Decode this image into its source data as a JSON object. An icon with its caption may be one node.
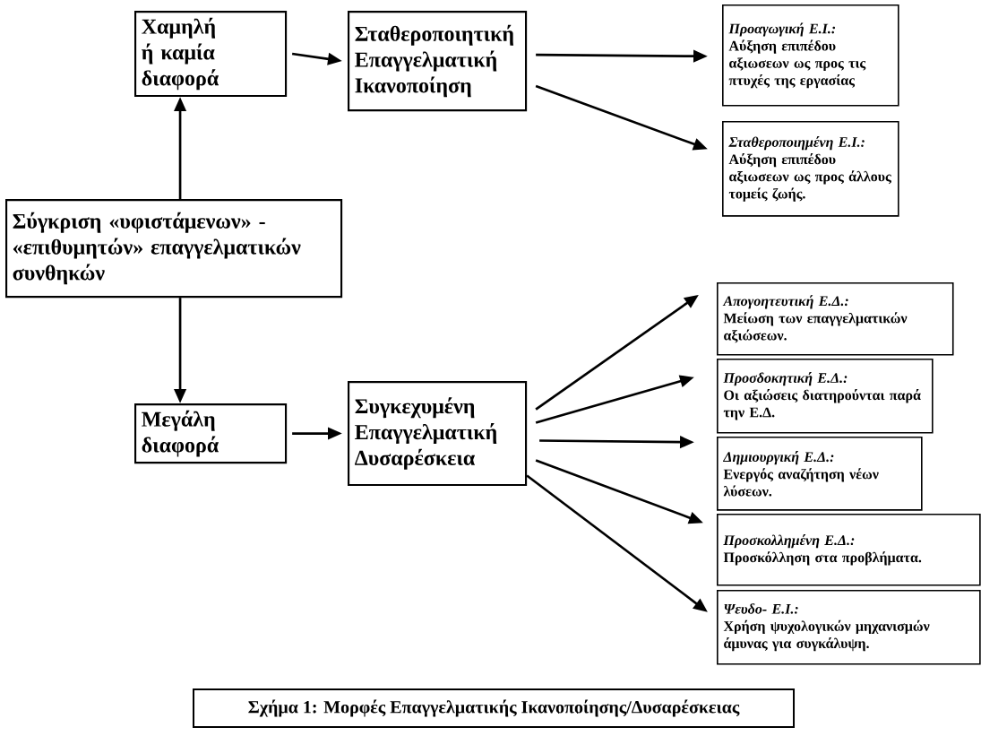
{
  "diagram": {
    "caption": "Σχήμα 1: Μορφές Επαγγελματικής Ικανοποίησης/Δυσαρέσκειας",
    "nodes": [
      {
        "text": [
          "Χαμηλή ή καμία διαφορά"
        ]
      },
      {
        "text": [
          "Σταθεροποιητική Επαγγελματική Ικανοποίηση"
        ]
      },
      {
        "text": [
          "Προαγωγική Ε.Ι.:",
          "Αύξηση επιπέδου αξιωσεων ως προς τις πτυχές της εργασίας"
        ]
      },
      {
        "text": [
          "Σταθεροποιημένη Ε.Ι.:",
          "Αύξηση επιπέδου αξιωσεων ως προς άλλους τομείς ζωής."
        ]
      },
      {
        "text": [
          "Σύγκριση «υφιστάμενων» - «επιθυμητών» επαγγελματικών συνθηκών"
        ]
      },
      {
        "text": [
          "Μεγάλη διαφορά"
        ]
      },
      {
        "text": [
          "Συγκεχυμένη Επαγγελματική Δυσαρέσκεια"
        ]
      },
      {
        "text": [
          "Απογοητευτική Ε.Δ.:",
          "Μείωση των επαγγελματικών αξιώσεων."
        ]
      },
      {
        "text": [
          "Προσδοκητική Ε.Δ.:",
          "Οι αξιώσεις διατηρούνται παρά την Ε.Δ."
        ]
      },
      {
        "text": [
          "Δημιουργική Ε.Δ.:",
          "Ενεργός αναζήτηση νέων λύσεων."
        ]
      },
      {
        "text": [
          "Προσκολλημένη Ε.Δ.:",
          "Προσκόλληση στα προβλήματα."
        ]
      },
      {
        "text": [
          "Ψευδο- Ε.Ι.:",
          "Χρήση ψυχολογικών μηχανισμών άμυνας για συγκάλυψη."
        ]
      }
    ],
    "edges": [
      {
        "from": 4,
        "to": 0,
        "arrow": "to"
      },
      {
        "from": 0,
        "to": 1,
        "arrow": "to"
      },
      {
        "from": 1,
        "to": 2,
        "arrow": "to"
      },
      {
        "from": 1,
        "to": 3,
        "arrow": "to"
      },
      {
        "from": 4,
        "to": 5,
        "arrow": "to"
      },
      {
        "from": 5,
        "to": 6,
        "arrow": "to"
      },
      {
        "from": 6,
        "to": 7,
        "arrow": "to"
      },
      {
        "from": 6,
        "to": 8,
        "arrow": "to"
      },
      {
        "from": 6,
        "to": 9,
        "arrow": "to"
      },
      {
        "from": 6,
        "to": 10,
        "arrow": "to"
      },
      {
        "from": 6,
        "to": 11,
        "arrow": "to"
      }
    ]
  }
}
